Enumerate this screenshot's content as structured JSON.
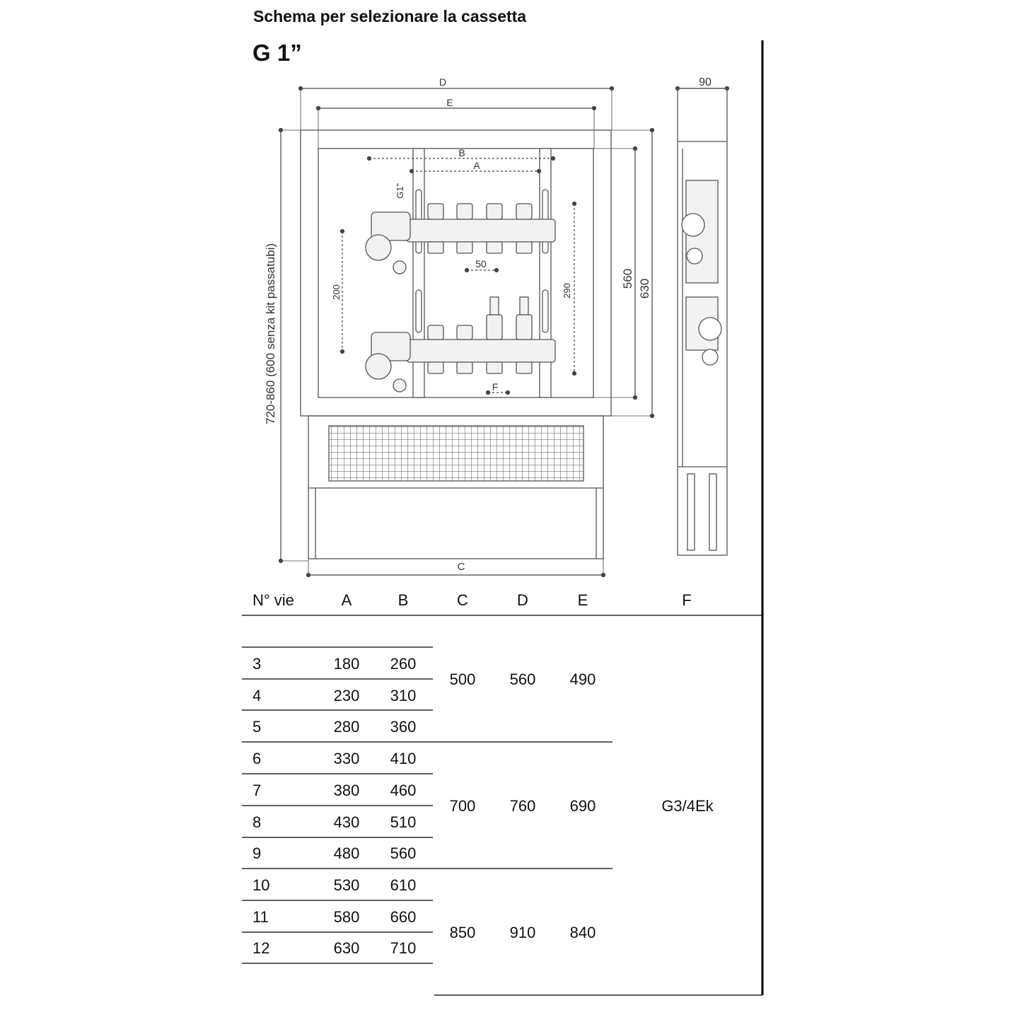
{
  "header": {
    "title": "Schema per selezionare la cassetta",
    "subtitle": "G 1”"
  },
  "diagram": {
    "labels": {
      "D": "D",
      "E": "E",
      "B": "B",
      "A": "A",
      "C": "C",
      "F": "F",
      "thread": "G1”",
      "depth": "90",
      "spacing": "50",
      "h200": "200",
      "h290": "290",
      "h560": "560",
      "h630": "630",
      "height": "720-860 (600 senza kit passatubi)"
    }
  },
  "table": {
    "headers": [
      "N° vie",
      "A",
      "B",
      "C",
      "D",
      "E",
      "F"
    ],
    "rows": [
      {
        "n": "3",
        "a": "180",
        "b": "260"
      },
      {
        "n": "4",
        "a": "230",
        "b": "310"
      },
      {
        "n": "5",
        "a": "280",
        "b": "360"
      },
      {
        "n": "6",
        "a": "330",
        "b": "410"
      },
      {
        "n": "7",
        "a": "380",
        "b": "460"
      },
      {
        "n": "8",
        "a": "430",
        "b": "510"
      },
      {
        "n": "9",
        "a": "480",
        "b": "560"
      },
      {
        "n": "10",
        "a": "530",
        "b": "610"
      },
      {
        "n": "11",
        "a": "580",
        "b": "660"
      },
      {
        "n": "12",
        "a": "630",
        "b": "710"
      }
    ],
    "groups": [
      {
        "c": "500",
        "d": "560",
        "e": "490"
      },
      {
        "c": "700",
        "d": "760",
        "e": "690"
      },
      {
        "c": "850",
        "d": "910",
        "e": "840"
      }
    ],
    "f_value": "G3/4Ek"
  }
}
